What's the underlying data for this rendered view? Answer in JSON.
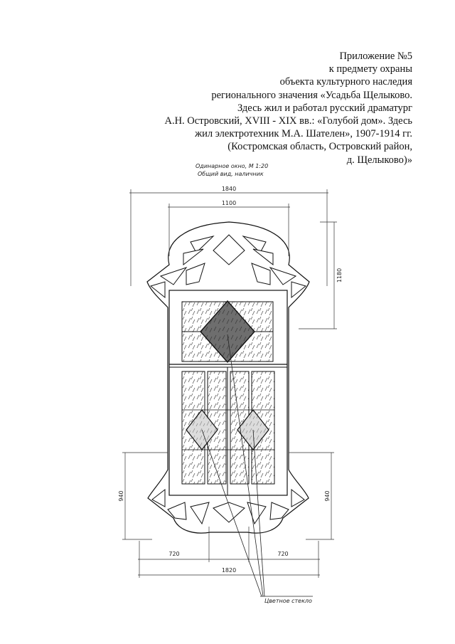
{
  "header": {
    "lines": [
      "Приложение №5",
      "к предмету охраны",
      "объекта культурного наследия",
      "регионального значения «Усадьба Щелыково.",
      "Здесь жил и работал русский драматург",
      "А.Н. Островский, XVIII - XIX вв.: «Голубой дом». Здесь",
      "жил электротехник М.А. Шателен», 1907-1914 гг.",
      "(Костромская область, Островский район,",
      "д. Щелыково)»"
    ]
  },
  "drawing": {
    "caption_line1": "Одинарное окно,  М 1:20",
    "caption_line2": "Общий вид, наличник",
    "dimensions": {
      "total_width": "1840",
      "inner_width": "1100",
      "top_height": "1180",
      "left_height": "940",
      "right_height": "940",
      "bottom_left_width": "720",
      "bottom_right_width": "720",
      "bottom_total_width": "1820"
    },
    "callout_label": "Цветное стекло"
  }
}
